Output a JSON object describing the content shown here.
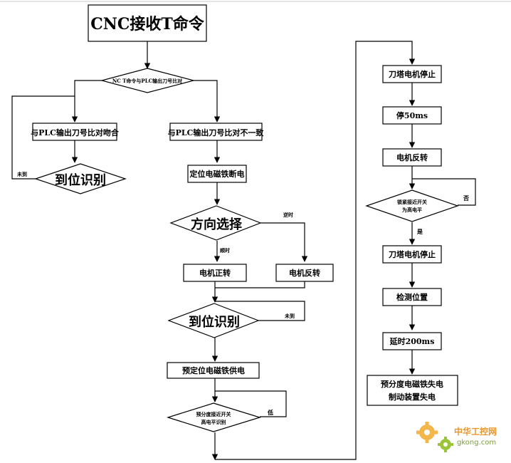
{
  "flow": {
    "title": "CNC接收T命令",
    "d_compare": "NC T命令与PLC输出刀号比对",
    "match": "与PLC输出刀号比对吻合",
    "mismatch": "与PLC输出刀号比对不一致",
    "arrive1": "到位识别",
    "not_arrived_1": "未到",
    "pos_off": "定位电磁铁断电",
    "direction": "方向选择",
    "reverse_dir": "逆时",
    "forward_dir": "顺时",
    "motor_fwd": "电机正转",
    "motor_rev_left": "电机反转",
    "arrive2": "到位识别",
    "not_arrived_2": "未到",
    "pre_pos_on": "预定位电磁铁供电",
    "pre_div_line1": "预分度接近开关",
    "pre_div_line2": "高电平识别",
    "low": "低",
    "tower_stop_1": "刀塔电机停止",
    "stop_50ms": "停50ms",
    "motor_rev_right": "电机反转",
    "detect_line1": "锁紧接近开关",
    "detect_line2": "为高电平",
    "no": "否",
    "yes": "是",
    "tower_stop_2": "刀塔电机停止",
    "check_pos": "检测位置",
    "delay_200ms": "延时200ms",
    "final_line1": "预分度电磁铁失电",
    "final_line2": "制动装置失电"
  },
  "watermark": {
    "brand": "中华工控网",
    "url": "gkong.com"
  }
}
